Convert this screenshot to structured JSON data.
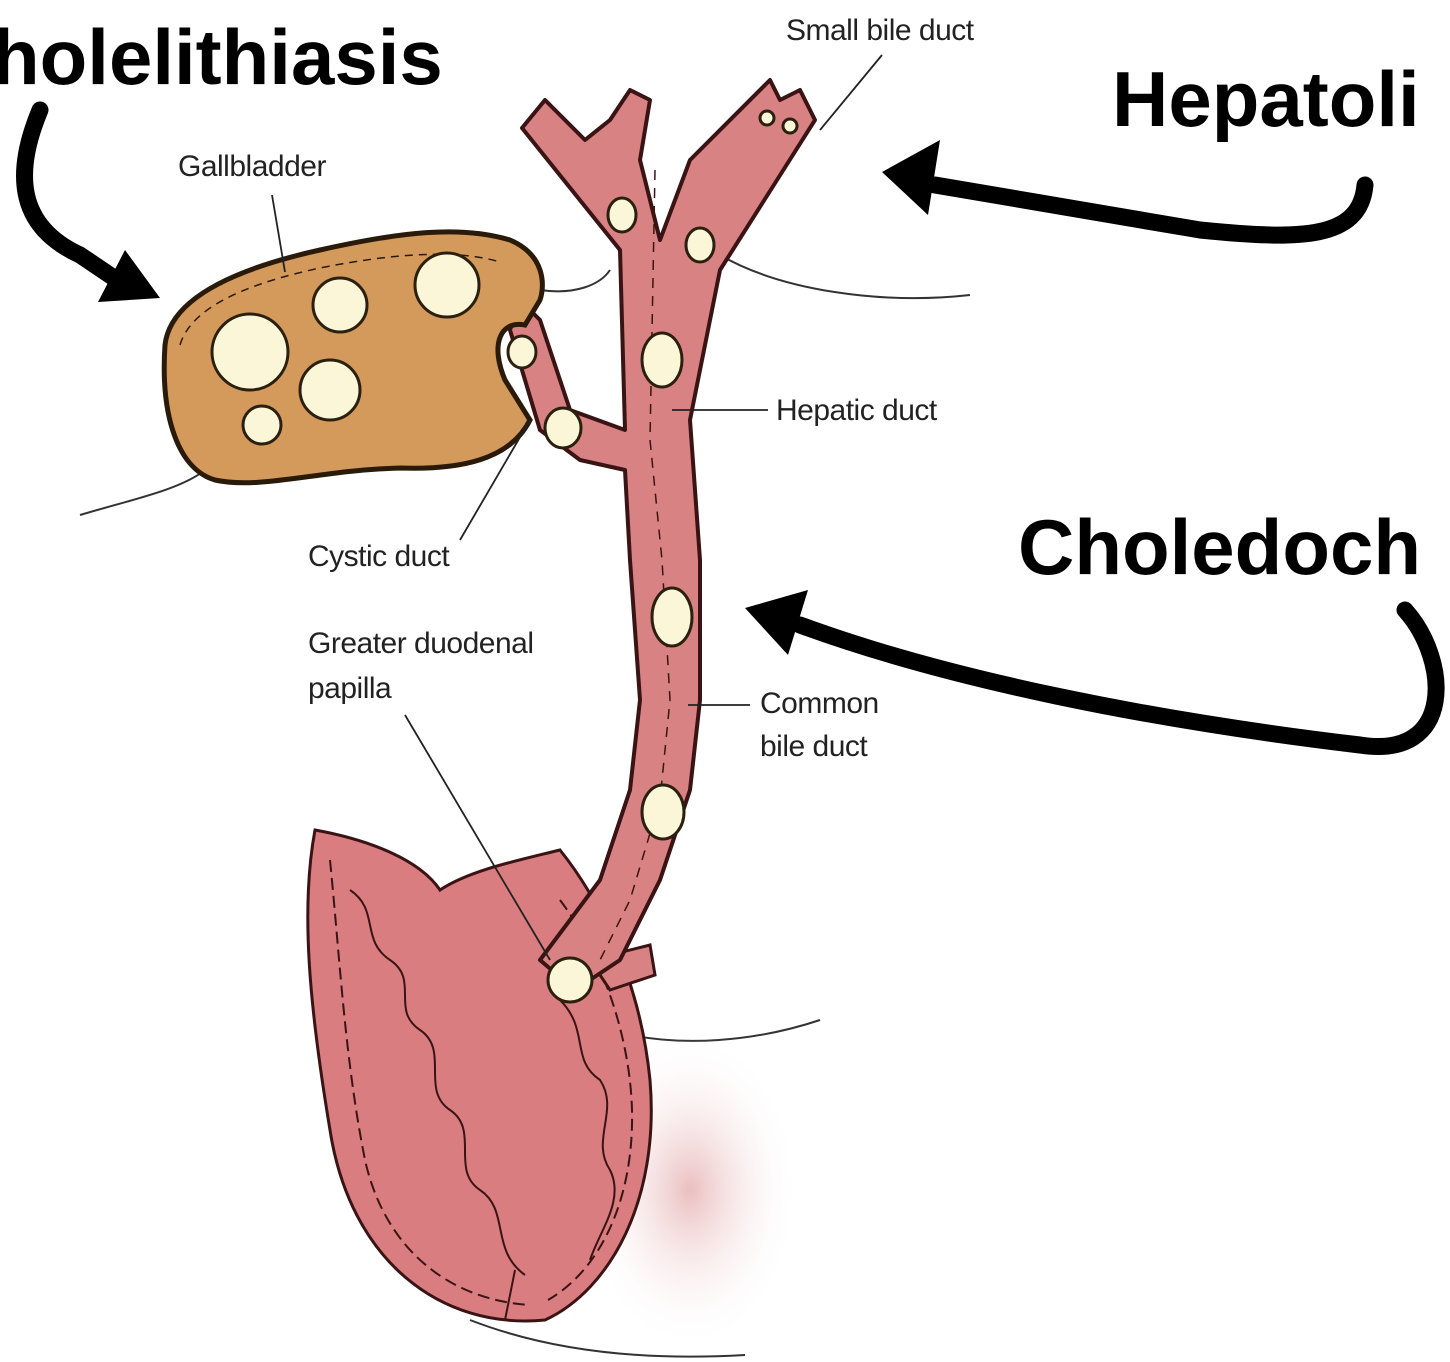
{
  "titles": {
    "cholelithiasis": "holelithiasis",
    "hepatolithiasis": "Hepatoli",
    "choledocholithiasis": "Choledoch"
  },
  "labels": {
    "gallbladder": "Gallbladder",
    "small_bile_duct": "Small bile duct",
    "hepatic_duct": "Hepatic duct",
    "cystic_duct": "Cystic duct",
    "common_bile_duct_line1": "Common",
    "common_bile_duct_line2": "bile duct",
    "papilla_line1": "Greater duodenal",
    "papilla_line2": "papilla"
  },
  "colors": {
    "duct": "#d98283",
    "duct_outline": "#3a1414",
    "duodenum": "#d97d80",
    "gallbladder": "#d49a5b",
    "stone": "#fbf6d8",
    "arrow": "#000000"
  }
}
